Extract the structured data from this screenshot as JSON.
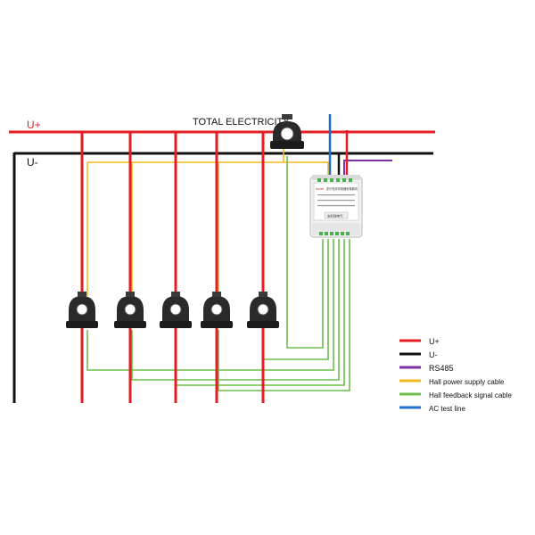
{
  "diagram": {
    "bus_plus_label": "U+",
    "bus_minus_label": "U-",
    "total_label": "TOTAL ELECTRICITY",
    "device": {
      "brand": "Acrel",
      "model_text": "霍尔电流传感器采集模块",
      "bottom_text": "安科瑞电气"
    },
    "legend": [
      {
        "label": "U+",
        "color": "#e31e25"
      },
      {
        "label": "U-",
        "color": "#111111"
      },
      {
        "label": "RS485",
        "color": "#7b2fa1"
      },
      {
        "label": "Hall power supply cable",
        "color": "#f2b81e"
      },
      {
        "label": "Hall feedback signal cable",
        "color": "#6cbf4a"
      },
      {
        "label": "AC test line",
        "color": "#1e6fd0"
      }
    ]
  }
}
